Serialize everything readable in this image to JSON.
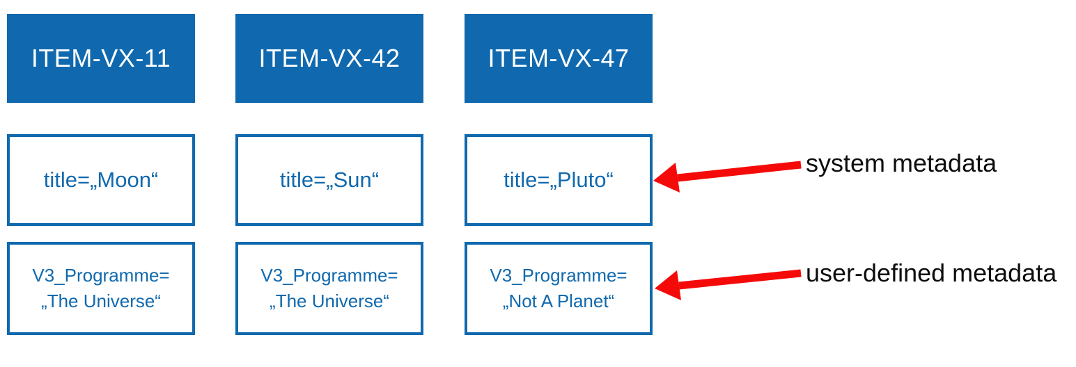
{
  "diagram": {
    "description": "Three items with system and user-defined metadata",
    "items": [
      {
        "id": "ITEM-VX-11",
        "system_metadata": "title=„Moon“",
        "user_metadata_line1": "V3_Programme=",
        "user_metadata_line2": "„The Universe“"
      },
      {
        "id": "ITEM-VX-42",
        "system_metadata": "title=„Sun“",
        "user_metadata_line1": "V3_Programme=",
        "user_metadata_line2": "„The Universe“"
      },
      {
        "id": "ITEM-VX-47",
        "system_metadata": "title=„Pluto“",
        "user_metadata_line1": "V3_Programme=",
        "user_metadata_line2": "„Not A Planet“"
      }
    ],
    "annotations": {
      "system": {
        "label": "system metadata"
      },
      "user": {
        "label": "user-defined metadata"
      }
    },
    "colors": {
      "box_blue": "#1069AE",
      "arrow_red": "#F50A0A",
      "label_text": "#0D0D0D",
      "header_text": "#FFFFFF"
    }
  }
}
